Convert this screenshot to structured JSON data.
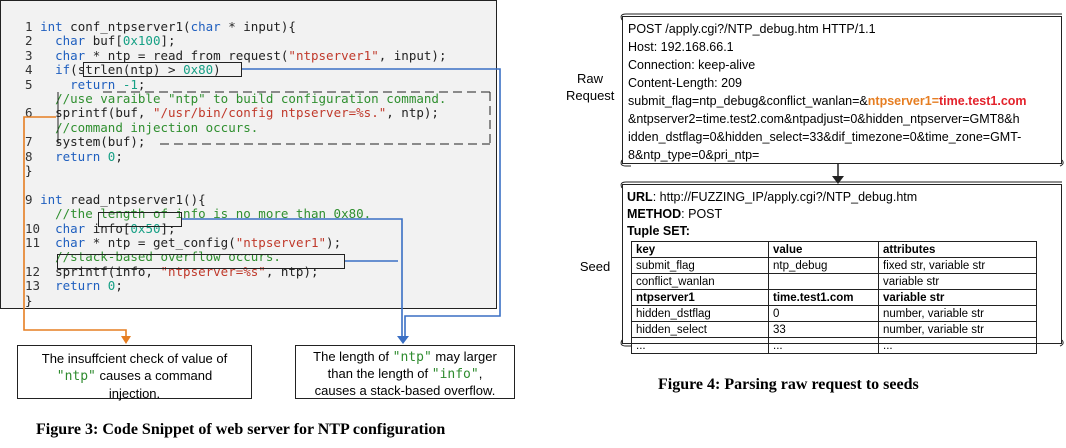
{
  "figure3": {
    "code_lines": [
      {
        "n": "1 ",
        "parts": [
          [
            "kw",
            "int "
          ],
          [
            "pl",
            "conf_ntpserver1("
          ],
          [
            "kw",
            "char"
          ],
          [
            "pl",
            " * input){"
          ]
        ]
      },
      {
        "n": "2   ",
        "parts": [
          [
            "kw",
            "char "
          ],
          [
            "pl",
            "buf["
          ],
          [
            "num",
            "0x100"
          ],
          [
            "pl",
            "];"
          ]
        ]
      },
      {
        "n": "3   ",
        "parts": [
          [
            "kw",
            "char"
          ],
          [
            "pl",
            " * ntp = read_from_request("
          ],
          [
            "str",
            "\"ntpserver1\""
          ],
          [
            "pl",
            ", input);"
          ]
        ]
      },
      {
        "n": "4   ",
        "parts": [
          [
            "kw",
            "if"
          ],
          [
            "pl",
            "(strlen(ntp) > "
          ],
          [
            "num",
            "0x80"
          ],
          [
            "pl",
            ")"
          ]
        ]
      },
      {
        "n": "5     ",
        "parts": [
          [
            "kw",
            "return "
          ],
          [
            "num",
            "-1"
          ],
          [
            "pl",
            ";"
          ]
        ]
      },
      {
        "n": "    ",
        "parts": [
          [
            "cm",
            "//use varaible \"ntp\" to build configuration command."
          ]
        ]
      },
      {
        "n": "6   ",
        "parts": [
          [
            "pl",
            "sprintf(buf, "
          ],
          [
            "str",
            "\"/usr/bin/config ntpserver=%s.\""
          ],
          [
            "pl",
            ", ntp);"
          ]
        ]
      },
      {
        "n": "    ",
        "parts": [
          [
            "cm",
            "//command injection occurs."
          ]
        ]
      },
      {
        "n": "7   ",
        "parts": [
          [
            "pl",
            "system(buf);"
          ]
        ]
      },
      {
        "n": "8   ",
        "parts": [
          [
            "kw",
            "return "
          ],
          [
            "num",
            "0"
          ],
          [
            "pl",
            ";"
          ]
        ]
      },
      {
        "n": "",
        "parts": [
          [
            "pl",
            "}"
          ]
        ]
      },
      {
        "n": "",
        "parts": [
          [
            "pl",
            ""
          ]
        ]
      },
      {
        "n": "9 ",
        "parts": [
          [
            "kw",
            "int "
          ],
          [
            "pl",
            "read_ntpserver1(){"
          ]
        ]
      },
      {
        "n": "    ",
        "parts": [
          [
            "cm",
            "//the length of info is no more than 0x80."
          ]
        ]
      },
      {
        "n": "10  ",
        "parts": [
          [
            "kw",
            "char "
          ],
          [
            "pl",
            "info["
          ],
          [
            "num",
            "0x50"
          ],
          [
            "pl",
            "];"
          ]
        ]
      },
      {
        "n": "11  ",
        "parts": [
          [
            "kw",
            "char"
          ],
          [
            "pl",
            " * ntp = get_config("
          ],
          [
            "str",
            "\"ntpserver1\""
          ],
          [
            "pl",
            ");"
          ]
        ]
      },
      {
        "n": "    ",
        "parts": [
          [
            "cm",
            "//stack-based overflow occurs."
          ]
        ]
      },
      {
        "n": "12  ",
        "parts": [
          [
            "pl",
            "sprintf(info, "
          ],
          [
            "str",
            "\"ntpserver=%s\""
          ],
          [
            "pl",
            ", ntp);"
          ]
        ]
      },
      {
        "n": "13  ",
        "parts": [
          [
            "kw",
            "return "
          ],
          [
            "num",
            "0"
          ],
          [
            "pl",
            ";"
          ]
        ]
      },
      {
        "n": "",
        "parts": [
          [
            "pl",
            "}"
          ]
        ]
      }
    ],
    "note_left": {
      "t1": "The insuffcient check of value of",
      "mono": "\"ntp\"",
      "t2": " causes a command",
      "t3": "injection."
    },
    "note_right": {
      "t1": "The length of ",
      "mono1": "\"ntp\"",
      "t2": " may larger",
      "t3": "than the length of ",
      "mono2": "\"info\"",
      "t4": ",",
      "t5": "causes a stack-based overflow."
    },
    "caption": "Figure 3: Code Snippet of web server for NTP configuration"
  },
  "figure4": {
    "raw_label": "Raw\nRequest",
    "seed_label": "Seed",
    "request_lines": [
      "POST /apply.cgi?/NTP_debug.htm HTTP/1.1",
      "Host: 192.168.66.1",
      "Connection: keep-alive",
      "Content-Length: 209"
    ],
    "body_line1_prefix": "submit_flag=ntp_debug&conflict_wanlan=&",
    "body_line1_key": "ntpserver1=",
    "body_line1_val": "time.test1.com",
    "body_lines": [
      "&ntpserver2=time.test2.com&ntpadjust=0&hidden_ntpserver=GMT8&h",
      "idden_dstflag=0&hidden_select=33&dif_timezone=0&time_zone=GMT-",
      "8&ntp_type=0&pri_ntp="
    ],
    "url_label": "URL",
    "url_value": ": http://FUZZING_IP/apply.cgi?/NTP_debug.htm",
    "method_label": "METHOD",
    "method_value": ": POST",
    "tuple_label": "Tuple SET:",
    "table_header": [
      "key",
      "value",
      "attributes"
    ],
    "table_rows": [
      [
        "submit_flag",
        "ntp_debug",
        "fixed str, variable str"
      ],
      [
        "conflict_wanlan",
        "",
        "variable str"
      ],
      [
        "ntpserver1",
        "time.test1.com",
        "variable str"
      ],
      [
        "hidden_dstflag",
        "0",
        "number, variable str"
      ],
      [
        "hidden_select",
        "33",
        "number, variable str"
      ],
      [
        "...",
        "...",
        "..."
      ]
    ],
    "caption": "Figure 4: Parsing raw request to seeds",
    "colors": {
      "orange": "#e67e22",
      "red": "#e3232c",
      "blue": "#3a6fc4"
    }
  }
}
